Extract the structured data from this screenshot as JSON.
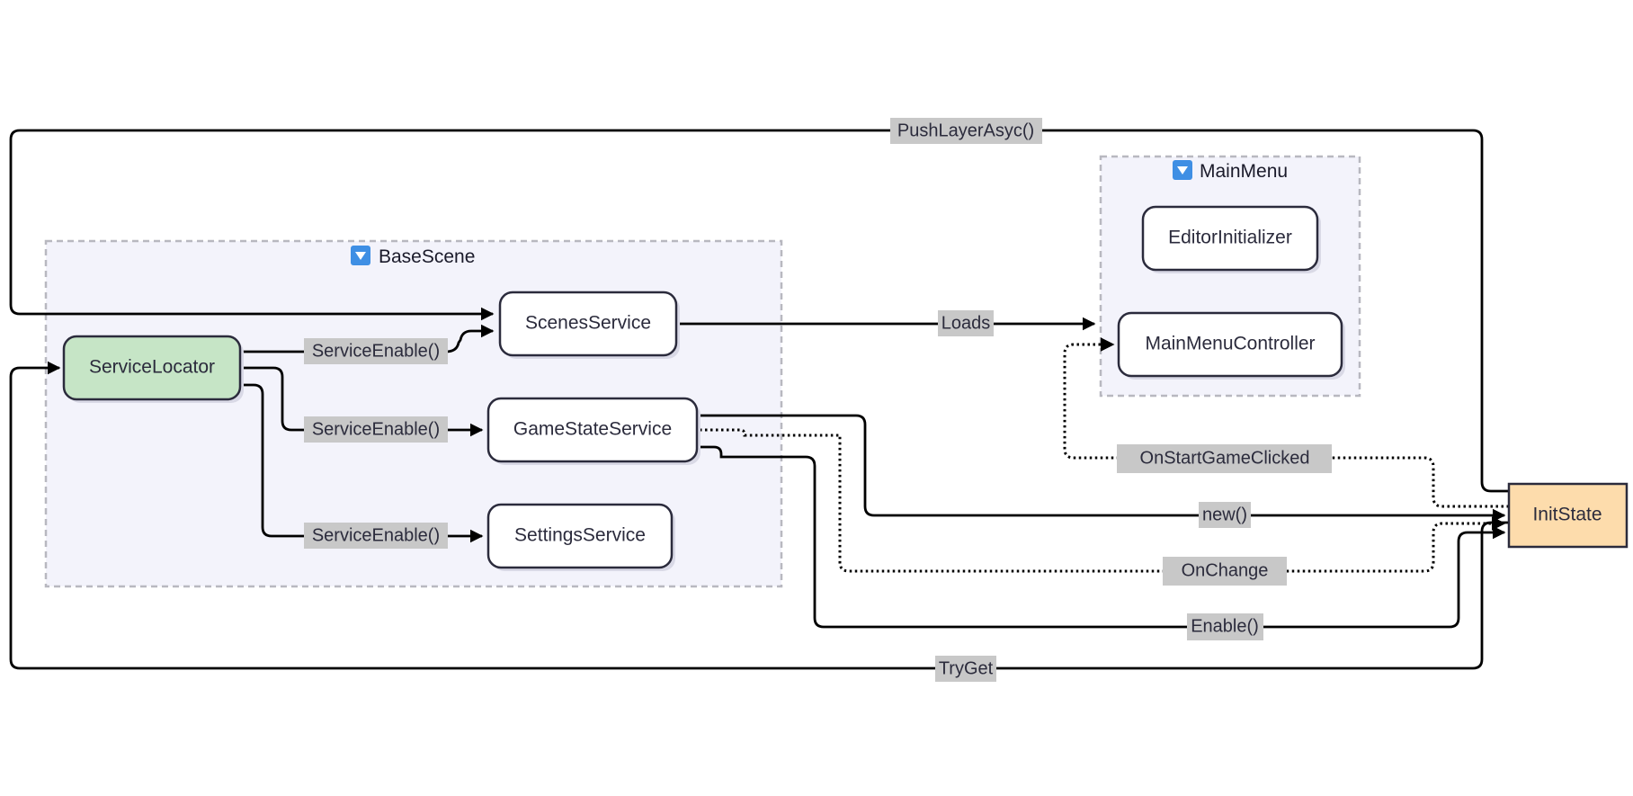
{
  "groups": {
    "base_scene": {
      "title": "BaseScene",
      "icon": "collapse-triangle-icon"
    },
    "main_menu": {
      "title": "MainMenu",
      "icon": "collapse-triangle-icon"
    }
  },
  "nodes": {
    "service_locator": "ServiceLocator",
    "scenes_service": "ScenesService",
    "game_state_service": "GameStateService",
    "settings_service": "SettingsService",
    "editor_initializer": "EditorInitializer",
    "main_menu_controller": "MainMenuController",
    "init_state": "InitState"
  },
  "edges": {
    "push_layer_async": "PushLayerAsyc()",
    "service_enable_scenes": "ServiceEnable()",
    "service_enable_game_state": "ServiceEnable()",
    "service_enable_settings": "ServiceEnable()",
    "loads": "Loads",
    "on_start_game_clicked": "OnStartGameClicked",
    "new": "new()",
    "on_change": "OnChange",
    "enable": "Enable()",
    "try_get": "TryGet"
  },
  "colors": {
    "service_locator_fill": "#c6e5c6",
    "init_state_fill": "#fddcac",
    "group_fill": "#f3f3fb",
    "label_bg": "#c8c8c8",
    "icon_blue": "#3f8fe4"
  }
}
